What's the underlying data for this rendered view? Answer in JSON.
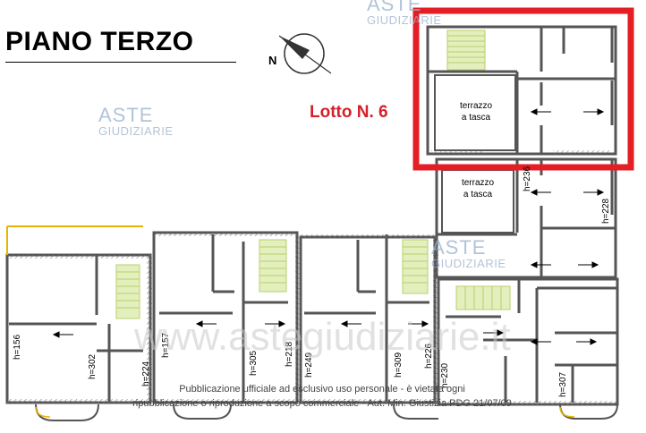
{
  "title": "PIANO TERZO",
  "lot": "Lotto N. 6",
  "north_label": "N",
  "rooms": {
    "terrace_upper_line1": "terrazzo",
    "terrace_upper_line2": "a tasca",
    "terrace_lower_line1": "terrazzo",
    "terrace_lower_line2": "a tasca"
  },
  "heights": {
    "h156": "h=156",
    "h302": "h=302",
    "h224": "h=224",
    "h157": "h=157",
    "h305": "h=305",
    "h218": "h=218",
    "h249": "h=249",
    "h309": "h=309",
    "h226": "h=226",
    "h230": "h=230",
    "h307": "h=307",
    "h228": "h=228",
    "h236": "h=236"
  },
  "watermark": {
    "brand_top": "ASTE",
    "brand_bottom": "GIUDIZIARIE",
    "site": "www.astegiudiziarie.it"
  },
  "notice_line1": "Pubblicazione ufficiale ad esclusivo uso personale - è vietata ogni",
  "notice_line2": "ripubblicazione o riproduzione a scopo commerciale - Aut. Min. Giustizia PDG 21/07/09",
  "colors": {
    "highlight": "#e31e24",
    "wall": "#555555",
    "stairs": "#d8e8a0",
    "watermark": "#9ab0cc"
  }
}
